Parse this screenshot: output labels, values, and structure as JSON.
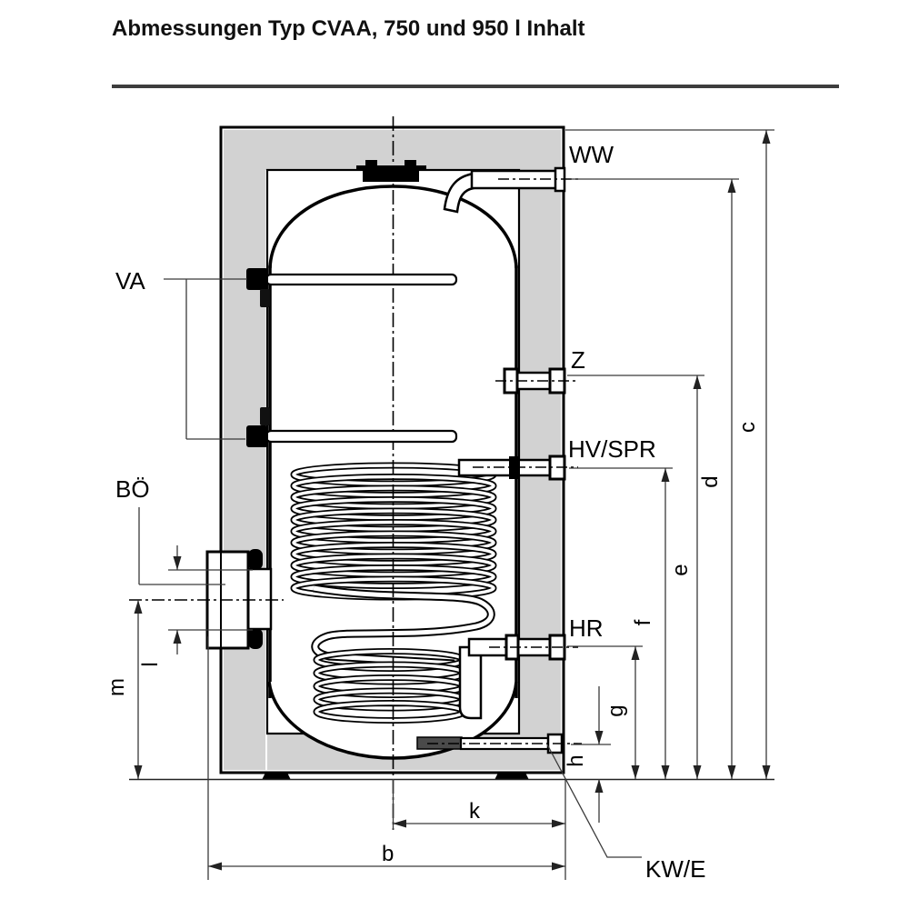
{
  "title": "Abmessungen Typ CVAA, 750 und 950 l Inhalt",
  "labels": {
    "ww": "WW",
    "z": "Z",
    "hv_spr": "HV/SPR",
    "hr": "HR",
    "kw_e": "KW/E",
    "va": "VA",
    "boe": "BÖ"
  },
  "dims": {
    "b": "b",
    "c": "c",
    "d": "d",
    "e": "e",
    "f": "f",
    "g": "g",
    "h": "h",
    "k": "k",
    "l": "l",
    "m": "m"
  },
  "colors": {
    "casing_fill": "#d2d2d2",
    "outline": "#000000",
    "dimension_line": "#3a3a3a",
    "dark_fitting": "#4a4a4a"
  }
}
